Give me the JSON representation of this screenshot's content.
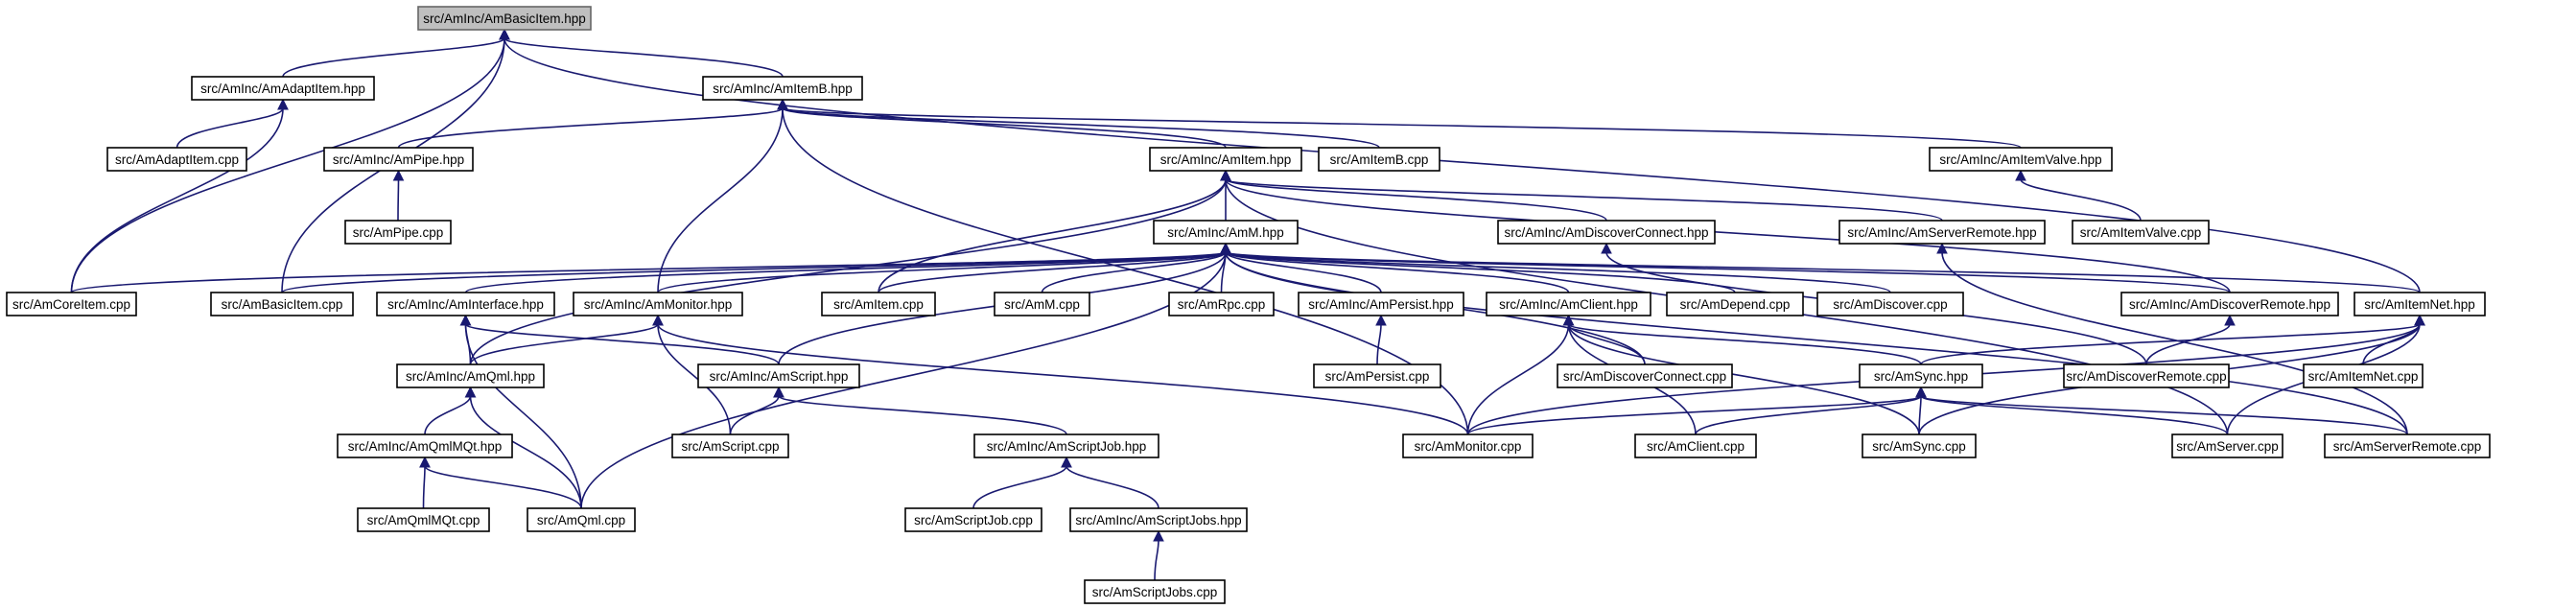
{
  "colors": {
    "edge": "#191970",
    "root_fill": "#bfbfbf",
    "node_fill": "#ffffff"
  },
  "nodes": [
    {
      "id": "basicitem_hpp",
      "label": "src/AmInc/AmBasicItem.hpp",
      "root": true
    },
    {
      "id": "adaptitem_hpp",
      "label": "src/AmInc/AmAdaptItem.hpp"
    },
    {
      "id": "itemb_hpp",
      "label": "src/AmInc/AmItemB.hpp"
    },
    {
      "id": "adaptitem_cpp",
      "label": "src/AmAdaptItem.cpp"
    },
    {
      "id": "pipe_hpp",
      "label": "src/AmInc/AmPipe.hpp"
    },
    {
      "id": "item_hpp",
      "label": "src/AmInc/AmItem.hpp"
    },
    {
      "id": "itemb_cpp",
      "label": "src/AmItemB.cpp"
    },
    {
      "id": "itemvalve_hpp",
      "label": "src/AmInc/AmItemValve.hpp"
    },
    {
      "id": "pipe_cpp",
      "label": "src/AmPipe.cpp"
    },
    {
      "id": "m_hpp",
      "label": "src/AmInc/AmM.hpp"
    },
    {
      "id": "discoverconnect_hpp",
      "label": "src/AmInc/AmDiscoverConnect.hpp"
    },
    {
      "id": "serverremote_hpp",
      "label": "src/AmInc/AmServerRemote.hpp"
    },
    {
      "id": "itemvalve_cpp",
      "label": "src/AmItemValve.cpp"
    },
    {
      "id": "coreitem_cpp",
      "label": "src/AmCoreItem.cpp"
    },
    {
      "id": "basicitem_cpp",
      "label": "src/AmBasicItem.cpp"
    },
    {
      "id": "interface_hpp",
      "label": "src/AmInc/AmInterface.hpp"
    },
    {
      "id": "monitor_hpp",
      "label": "src/AmInc/AmMonitor.hpp"
    },
    {
      "id": "item_cpp",
      "label": "src/AmItem.cpp"
    },
    {
      "id": "m_cpp",
      "label": "src/AmM.cpp"
    },
    {
      "id": "rpc_cpp",
      "label": "src/AmRpc.cpp"
    },
    {
      "id": "persist_hpp",
      "label": "src/AmInc/AmPersist.hpp"
    },
    {
      "id": "client_hpp",
      "label": "src/AmInc/AmClient.hpp"
    },
    {
      "id": "depend_cpp",
      "label": "src/AmDepend.cpp"
    },
    {
      "id": "discover_cpp",
      "label": "src/AmDiscover.cpp"
    },
    {
      "id": "discoverremote_hpp",
      "label": "src/AmInc/AmDiscoverRemote.hpp"
    },
    {
      "id": "itemnet_hpp",
      "label": "src/AmItemNet.hpp"
    },
    {
      "id": "qml_hpp",
      "label": "src/AmInc/AmQml.hpp"
    },
    {
      "id": "script_hpp",
      "label": "src/AmInc/AmScript.hpp"
    },
    {
      "id": "persist_cpp",
      "label": "src/AmPersist.cpp"
    },
    {
      "id": "discoverconnect_cpp",
      "label": "src/AmDiscoverConnect.cpp"
    },
    {
      "id": "sync_hpp",
      "label": "src/AmSync.hpp"
    },
    {
      "id": "discoverremote_cpp",
      "label": "src/AmDiscoverRemote.cpp"
    },
    {
      "id": "itemnet_cpp",
      "label": "src/AmItemNet.cpp"
    },
    {
      "id": "qmlmqt_hpp",
      "label": "src/AmInc/AmQmlMQt.hpp"
    },
    {
      "id": "script_cpp",
      "label": "src/AmScript.cpp"
    },
    {
      "id": "scriptjob_hpp",
      "label": "src/AmInc/AmScriptJob.hpp"
    },
    {
      "id": "monitor_cpp",
      "label": "src/AmMonitor.cpp"
    },
    {
      "id": "client_cpp",
      "label": "src/AmClient.cpp"
    },
    {
      "id": "sync_cpp",
      "label": "src/AmSync.cpp"
    },
    {
      "id": "server_cpp",
      "label": "src/AmServer.cpp"
    },
    {
      "id": "serverremote_cpp",
      "label": "src/AmServerRemote.cpp"
    },
    {
      "id": "qmlmqt_cpp",
      "label": "src/AmQmlMQt.cpp"
    },
    {
      "id": "qml_cpp",
      "label": "src/AmQml.cpp"
    },
    {
      "id": "scriptjob_cpp",
      "label": "src/AmScriptJob.cpp"
    },
    {
      "id": "scriptjobs_hpp",
      "label": "src/AmInc/AmScriptJobs.hpp"
    },
    {
      "id": "scriptjobs_cpp",
      "label": "src/AmScriptJobs.cpp"
    }
  ],
  "edges": [
    [
      "adaptitem_hpp",
      "basicitem_hpp"
    ],
    [
      "itemb_hpp",
      "basicitem_hpp"
    ],
    [
      "coreitem_cpp",
      "basicitem_hpp"
    ],
    [
      "basicitem_cpp",
      "basicitem_hpp"
    ],
    [
      "itemnet_hpp",
      "basicitem_hpp"
    ],
    [
      "adaptitem_cpp",
      "adaptitem_hpp"
    ],
    [
      "coreitem_cpp",
      "adaptitem_hpp"
    ],
    [
      "pipe_hpp",
      "itemb_hpp"
    ],
    [
      "item_hpp",
      "itemb_hpp"
    ],
    [
      "itemb_cpp",
      "itemb_hpp"
    ],
    [
      "itemvalve_hpp",
      "itemb_hpp"
    ],
    [
      "monitor_hpp",
      "itemb_hpp"
    ],
    [
      "monitor_cpp",
      "itemb_hpp"
    ],
    [
      "pipe_cpp",
      "pipe_hpp"
    ],
    [
      "itemvalve_cpp",
      "itemvalve_hpp"
    ],
    [
      "m_hpp",
      "item_hpp"
    ],
    [
      "item_cpp",
      "item_hpp"
    ],
    [
      "discoverconnect_hpp",
      "item_hpp"
    ],
    [
      "serverremote_hpp",
      "item_hpp"
    ],
    [
      "discoverremote_hpp",
      "item_hpp"
    ],
    [
      "qml_hpp",
      "item_hpp"
    ],
    [
      "server_cpp",
      "item_hpp"
    ],
    [
      "coreitem_cpp",
      "m_hpp"
    ],
    [
      "basicitem_cpp",
      "m_hpp"
    ],
    [
      "interface_hpp",
      "m_hpp"
    ],
    [
      "monitor_hpp",
      "m_hpp"
    ],
    [
      "item_cpp",
      "m_hpp"
    ],
    [
      "m_cpp",
      "m_hpp"
    ],
    [
      "rpc_cpp",
      "m_hpp"
    ],
    [
      "persist_hpp",
      "m_hpp"
    ],
    [
      "client_hpp",
      "m_hpp"
    ],
    [
      "depend_cpp",
      "m_hpp"
    ],
    [
      "discover_cpp",
      "m_hpp"
    ],
    [
      "discoverremote_hpp",
      "m_hpp"
    ],
    [
      "itemnet_hpp",
      "m_hpp"
    ],
    [
      "script_hpp",
      "m_hpp"
    ],
    [
      "discoverconnect_cpp",
      "m_hpp"
    ],
    [
      "qml_cpp",
      "m_hpp"
    ],
    [
      "serverremote_cpp",
      "m_hpp"
    ],
    [
      "discoverremote_cpp",
      "discoverconnect_hpp"
    ],
    [
      "serverremote_cpp",
      "serverremote_hpp"
    ],
    [
      "qml_hpp",
      "interface_hpp"
    ],
    [
      "script_hpp",
      "interface_hpp"
    ],
    [
      "qml_cpp",
      "interface_hpp"
    ],
    [
      "qml_hpp",
      "monitor_hpp"
    ],
    [
      "script_cpp",
      "monitor_hpp"
    ],
    [
      "monitor_cpp",
      "monitor_hpp"
    ],
    [
      "persist_cpp",
      "persist_hpp"
    ],
    [
      "discoverconnect_cpp",
      "client_hpp"
    ],
    [
      "sync_hpp",
      "client_hpp"
    ],
    [
      "monitor_cpp",
      "client_hpp"
    ],
    [
      "client_cpp",
      "client_hpp"
    ],
    [
      "sync_cpp",
      "client_hpp"
    ],
    [
      "discoverremote_cpp",
      "discoverremote_hpp"
    ],
    [
      "sync_hpp",
      "itemnet_hpp"
    ],
    [
      "itemnet_cpp",
      "itemnet_hpp"
    ],
    [
      "monitor_cpp",
      "itemnet_hpp"
    ],
    [
      "sync_cpp",
      "itemnet_hpp"
    ],
    [
      "server_cpp",
      "itemnet_hpp"
    ],
    [
      "qmlmqt_hpp",
      "qml_hpp"
    ],
    [
      "qml_cpp",
      "qml_hpp"
    ],
    [
      "script_cpp",
      "script_hpp"
    ],
    [
      "scriptjob_hpp",
      "script_hpp"
    ],
    [
      "monitor_cpp",
      "sync_hpp"
    ],
    [
      "client_cpp",
      "sync_hpp"
    ],
    [
      "sync_cpp",
      "sync_hpp"
    ],
    [
      "server_cpp",
      "sync_hpp"
    ],
    [
      "serverremote_cpp",
      "sync_hpp"
    ],
    [
      "qmlmqt_cpp",
      "qmlmqt_hpp"
    ],
    [
      "qml_cpp",
      "qmlmqt_hpp"
    ],
    [
      "scriptjob_cpp",
      "scriptjob_hpp"
    ],
    [
      "scriptjobs_hpp",
      "scriptjob_hpp"
    ],
    [
      "scriptjobs_cpp",
      "scriptjobs_hpp"
    ]
  ]
}
